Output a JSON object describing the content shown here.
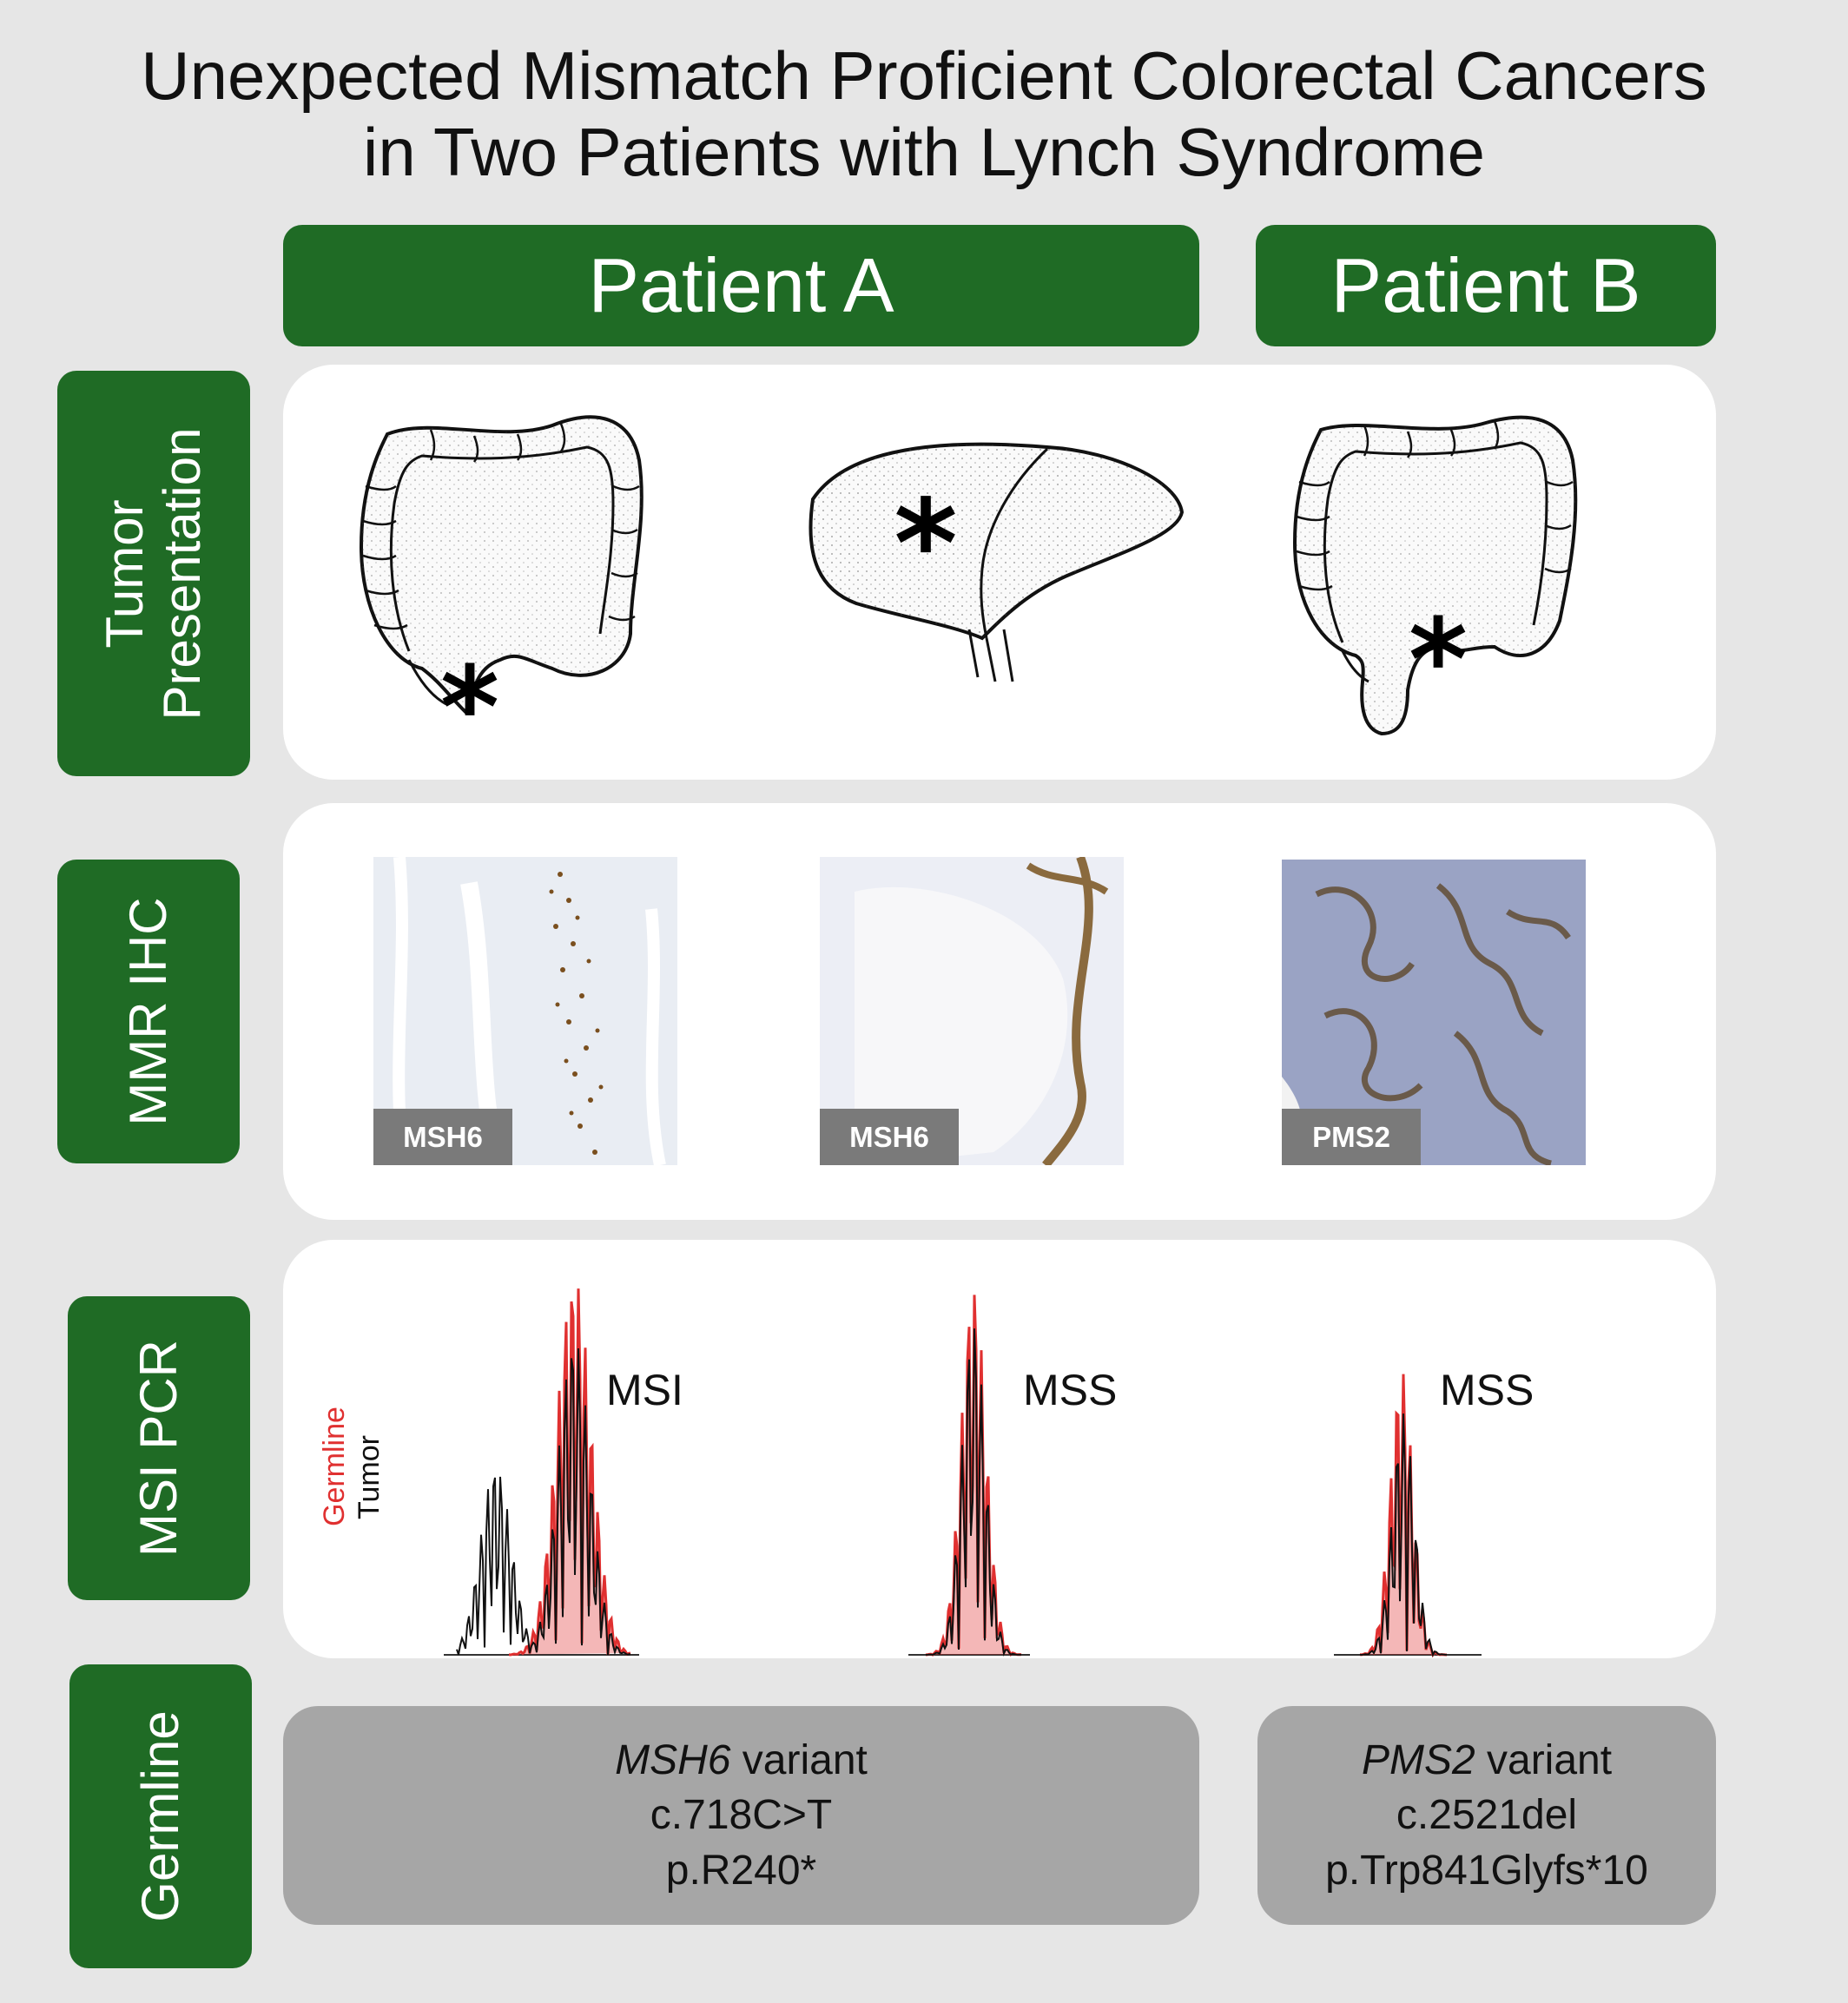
{
  "title": {
    "line1": "Unexpected Mismatch Proficient Colorectal Cancers",
    "line2": "in Two Patients with Lynch Syndrome"
  },
  "patients": {
    "a": "Patient A",
    "b": "Patient B"
  },
  "rows": {
    "tumor_presentation": {
      "line1": "Tumor",
      "line2": "Presentation"
    },
    "mmr_ihc": "MMR IHC",
    "msi_pcr": "MSI PCR",
    "germline": "Germline"
  },
  "ihc": {
    "a_colon": "MSH6",
    "a_liver": "MSH6",
    "b_colon": "PMS2"
  },
  "msi": {
    "legend_germline": "Germline",
    "legend_tumor": "Tumor",
    "a_colon": "MSI",
    "a_liver": "MSS",
    "b_colon": "MSS",
    "colors": {
      "germline": "#e03030",
      "tumor": "#111111"
    }
  },
  "germline_variants": {
    "a": {
      "gene": "MSH6",
      "suffix": " variant",
      "cdna": "c.718C>T",
      "protein": "p.R240*"
    },
    "b": {
      "gene": "PMS2",
      "suffix": " variant",
      "cdna": "c.2521del",
      "protein": "p.Trp841Glyfs*10"
    }
  },
  "colors": {
    "green": "#1f6b25",
    "grey_box": "#a6a6a6",
    "background": "#e6e6e6"
  }
}
